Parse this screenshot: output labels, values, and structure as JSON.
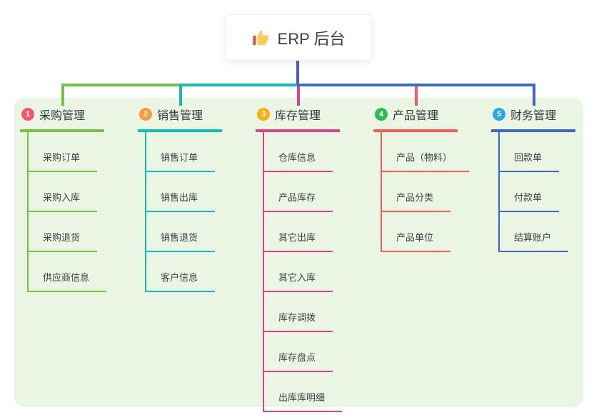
{
  "root": {
    "label": "ERP 后台",
    "icon": "thumbs-up-icon",
    "trunk_color": "#4c5bd1"
  },
  "board": {
    "bg_color": "#eaf6e3"
  },
  "branches": [
    {
      "badge": "1",
      "label": "采购管理",
      "badge_color": "#f4566e",
      "line_color": "#7cbe44",
      "items": [
        "采购订单",
        "采购入库",
        "采购退货",
        "供应商信息"
      ]
    },
    {
      "badge": "2",
      "label": "销售管理",
      "badge_color": "#ff9a3c",
      "line_color": "#14bcb4",
      "items": [
        "销售订单",
        "销售出库",
        "销售退货",
        "客户信息"
      ]
    },
    {
      "badge": "3",
      "label": "库存管理",
      "badge_color": "#f7ae17",
      "line_color": "#e0418c",
      "items": [
        "仓库信息",
        "产品库存",
        "其它出库",
        "其它入库",
        "库存调拨",
        "库存盘点",
        "出库库明细"
      ]
    },
    {
      "badge": "4",
      "label": "产品管理",
      "badge_color": "#30ba55",
      "line_color": "#f75c58",
      "items": [
        "产品（物料）",
        "产品分类",
        "产品单位"
      ]
    },
    {
      "badge": "5",
      "label": "财务管理",
      "badge_color": "#29abe2",
      "line_color": "#4166c9",
      "items": [
        "回款单",
        "付款单",
        "结算账户"
      ]
    }
  ]
}
